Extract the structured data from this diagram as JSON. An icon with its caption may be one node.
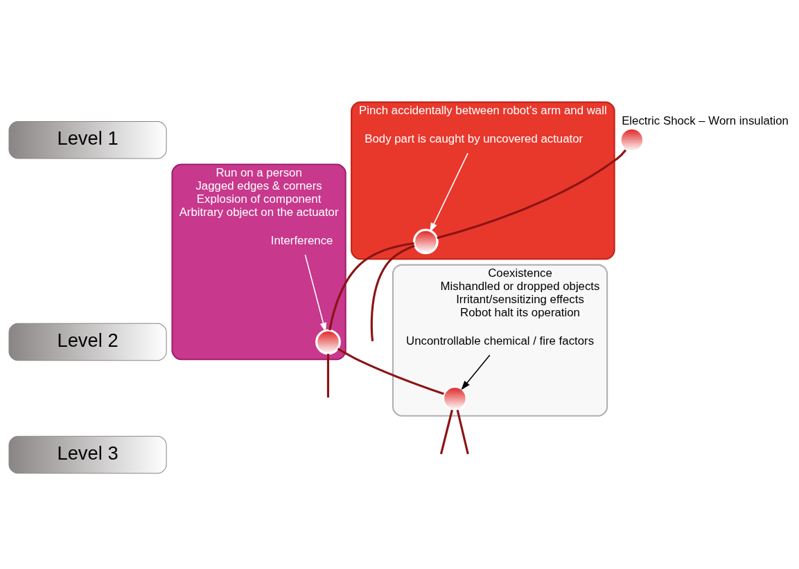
{
  "diagram": {
    "nodes": [
      {
        "text": [
          "Level 1"
        ]
      },
      {
        "text": [
          "Level 2"
        ]
      },
      {
        "text": [
          "Level 3"
        ]
      },
      {
        "text": [
          "Pinch accidentally between robot’s arm and wall"
        ]
      },
      {
        "text": [
          "Body part is caught by uncovered actuator"
        ],
        "in": 3
      },
      {
        "text": [],
        "shape": "circle",
        "beside": [
          "Electric Shock – Worn insulation"
        ]
      },
      {
        "text": [],
        "shape": "circle",
        "in": 3
      },
      {
        "text": [
          "Run on a person",
          "Jagged edges & corners",
          "Explosion of component",
          "Arbitrary object on the actuator"
        ]
      },
      {
        "text": [
          "Interference"
        ],
        "in": 7
      },
      {
        "text": [],
        "shape": "circle",
        "in": 7
      },
      {
        "text": [
          "Coexistence",
          "Mishandled or dropped objects",
          "Irritant/sensitizing effects",
          "Robot halt its operation"
        ]
      },
      {
        "text": [],
        "shape": "circle",
        "in": 10
      },
      {
        "text": [
          "Uncontrollable chemical / fire factors"
        ],
        "in": 10
      }
    ],
    "edges": [
      {
        "from": 5,
        "to": 6,
        "arrow": "none"
      },
      {
        "from": 6,
        "to": null,
        "arrow": "none"
      },
      {
        "from": 4,
        "to": 6,
        "arrow": "to",
        "color": "#ffffff"
      },
      {
        "from": 6,
        "to": 9,
        "arrow": "none"
      },
      {
        "from": 9,
        "to": null,
        "arrow": "none"
      },
      {
        "from": 8,
        "to": 9,
        "arrow": "to",
        "color": "#ffffff"
      },
      {
        "from": 9,
        "to": 11,
        "arrow": "none"
      },
      {
        "from": 11,
        "to": null,
        "arrow": "none"
      },
      {
        "from": 11,
        "to": null,
        "arrow": "none"
      },
      {
        "from": 12,
        "to": 11,
        "arrow": "to",
        "color": "#000000"
      }
    ]
  }
}
